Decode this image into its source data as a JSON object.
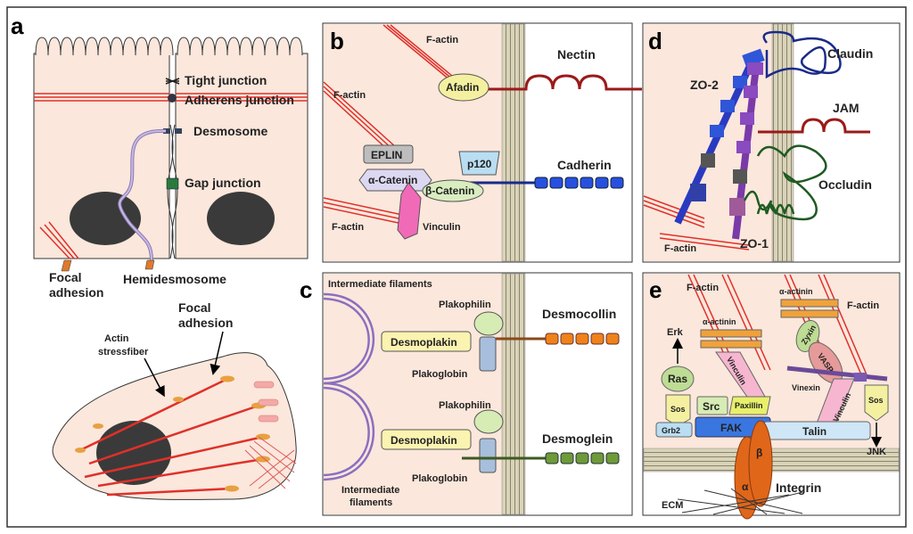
{
  "panels": {
    "a": {
      "label": "a",
      "tight_junction": "Tight junction",
      "adherens_junction": "Adherens junction",
      "desmosome": "Desmosome",
      "gap_junction": "Gap junction",
      "focal_adhesion": "Focal adhesion",
      "focal_line1": "Focal",
      "focal_line2": "adhesion",
      "hemidesmosome": "Hemidesmosome",
      "actin_line1": "Actin",
      "actin_line2": "stressfiber",
      "focal2_line1": "Focal",
      "focal2_line2": "adhesion"
    },
    "b": {
      "label": "b",
      "factin_top": "F-actin",
      "factin_mid": "F-actin",
      "factin_bottom": "F-actin",
      "afadin": "Afadin",
      "nectin": "Nectin",
      "eplin": "EPLIN",
      "alpha_catenin": "α-Catenin",
      "beta_catenin": "β-Catenin",
      "p120": "p120",
      "cadherin": "Cadherin",
      "vinculin": "Vinculin"
    },
    "c": {
      "label": "c",
      "intermediate_filaments_top": "Intermediate filaments",
      "plakophilin_top": "Plakophilin",
      "desmocollin": "Desmocollin",
      "desmoplakin_top": "Desmoplakin",
      "plakoglobin_top": "Plakoglobin",
      "plakophilin_bottom": "Plakophilin",
      "desmoplakin_bottom": "Desmoplakin",
      "desmoglein": "Desmoglein",
      "plakoglobin_bottom": "Plakoglobin",
      "intermediate_line1": "Intermediate",
      "intermediate_line2": "filaments"
    },
    "d": {
      "label": "d",
      "zo2": "ZO-2",
      "claudin": "Claudin",
      "jam": "JAM",
      "occludin": "Occludin",
      "factin": "F-actin",
      "zo1": "ZO-1"
    },
    "e": {
      "label": "e",
      "factin_left": "F-actin",
      "alpha_actinin_top": "α-actinin",
      "factin_right": "F-actin",
      "erk": "Erk",
      "alpha_actinin_left": "α-actinin",
      "zyxin": "Zyxin",
      "vasp": "VASP",
      "vinculin_left": "Vinculin",
      "vinexin": "Vinexin",
      "ras": "Ras",
      "src": "Src",
      "paxillin": "Paxillin",
      "sos_left": "Sos",
      "vinculin_right": "Vinculin",
      "sos_right": "Sos",
      "grb2": "Grb2",
      "fak": "FAK",
      "talin": "Talin",
      "jnk": "JNK",
      "alpha": "α",
      "beta": "β",
      "integrin": "Integrin",
      "ecm": "ECM"
    }
  },
  "colors": {
    "cell_fill": "#fbe7dc",
    "actin_red": "#e0302a",
    "membrane": "#d4cfb4"
  }
}
